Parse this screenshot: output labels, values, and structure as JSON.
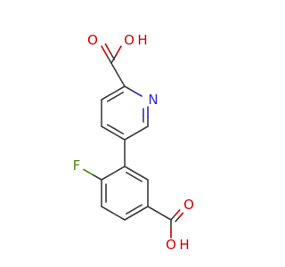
{
  "molecule": {
    "atoms": {
      "top_hydroxyl_O": {
        "text": "O",
        "color": "#d40000"
      },
      "top_hydroxyl_H": {
        "text": "H",
        "color": "#d40000"
      },
      "top_carbonyl_O": {
        "text": "O",
        "color": "#d40000"
      },
      "pyridine_N": {
        "text": "N",
        "color": "#2a2adc"
      },
      "fluorine": {
        "text": "F",
        "color": "#4a8a1c"
      },
      "bottom_carbonyl_O": {
        "text": "O",
        "color": "#d40000"
      },
      "bottom_hydroxyl_O": {
        "text": "O",
        "color": "#d40000"
      },
      "bottom_hydroxyl_H": {
        "text": "H",
        "color": "#d40000"
      }
    }
  }
}
